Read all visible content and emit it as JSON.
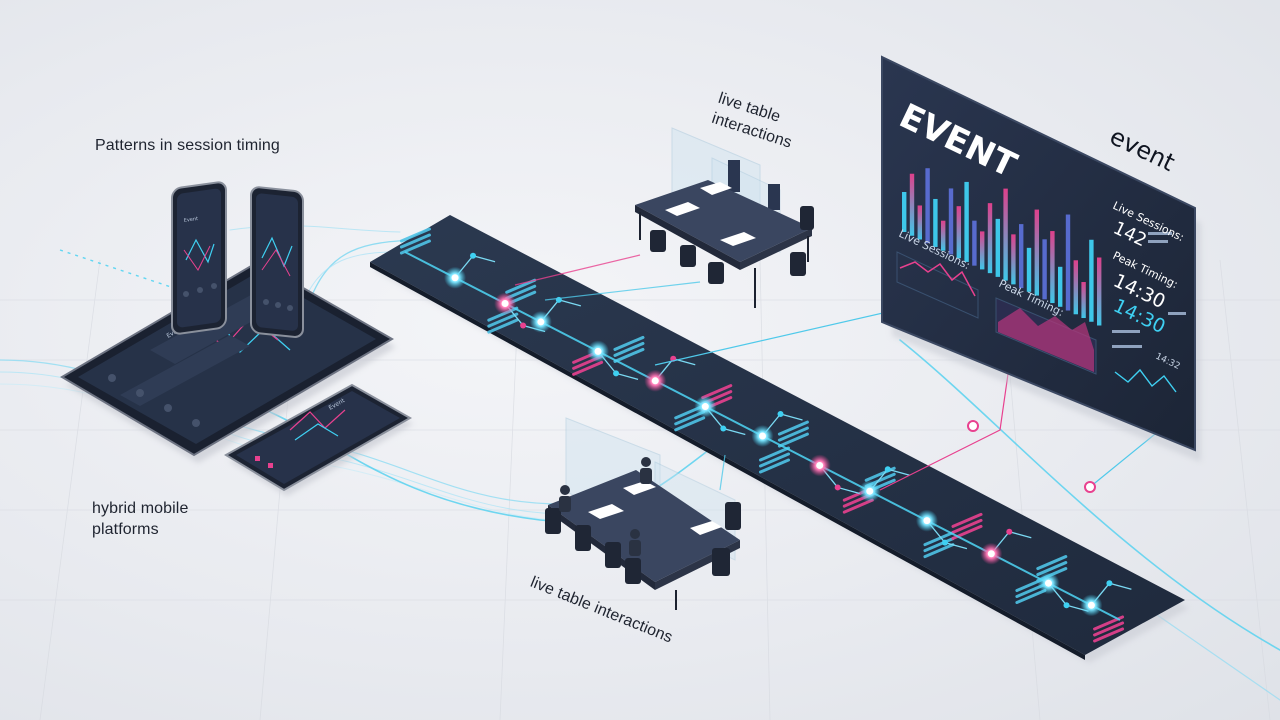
{
  "labels": {
    "session_timing": "Patterns in session timing",
    "hybrid_mobile_line1": "hybrid mobile",
    "hybrid_mobile_line2": "platforms",
    "table_top_line1": "live table",
    "table_top_line2": "interactions",
    "table_bottom": "live table interactions"
  },
  "dashboard": {
    "title": "EVENT",
    "subtitle": "event",
    "live_sessions_label": "Live Sessions:",
    "live_sessions_value": "142",
    "peak_timing_label": "Peak Timing:",
    "peak_timing_value": "14:30",
    "peak_timing_value_2": "14:30",
    "small_value": "14:32",
    "panel_left_label": "Live Sessions:",
    "panel_right_label": "Peak Timing:"
  },
  "devices": {
    "phone_header": "Event",
    "tablet_header": "Event"
  },
  "colors": {
    "accent_cyan": "#3fd0f2",
    "accent_magenta": "#e8418f",
    "panel_dark": "#27344a",
    "screen_dark": "#1e2637"
  }
}
